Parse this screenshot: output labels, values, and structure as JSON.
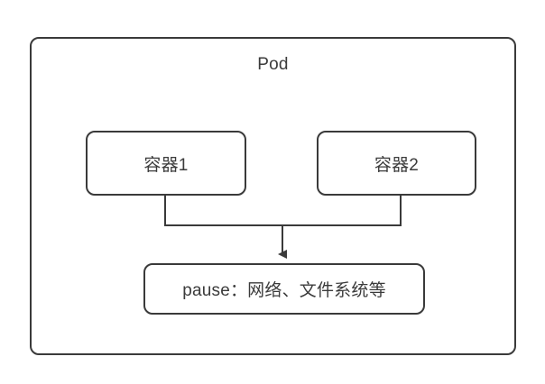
{
  "diagram": {
    "title": "Pod",
    "background_color": "#ffffff",
    "stroke_color": "#3a3a3a",
    "text_color": "#3b3b3b",
    "fill_color": "#ffffff",
    "pod": {
      "label": "Pod"
    },
    "containers": [
      {
        "label": "容器1"
      },
      {
        "label": "容器2"
      }
    ],
    "pause": {
      "label": "pause：网络、文件系统等"
    },
    "connector": {
      "arrow_name": "down-arrow-icon"
    }
  }
}
